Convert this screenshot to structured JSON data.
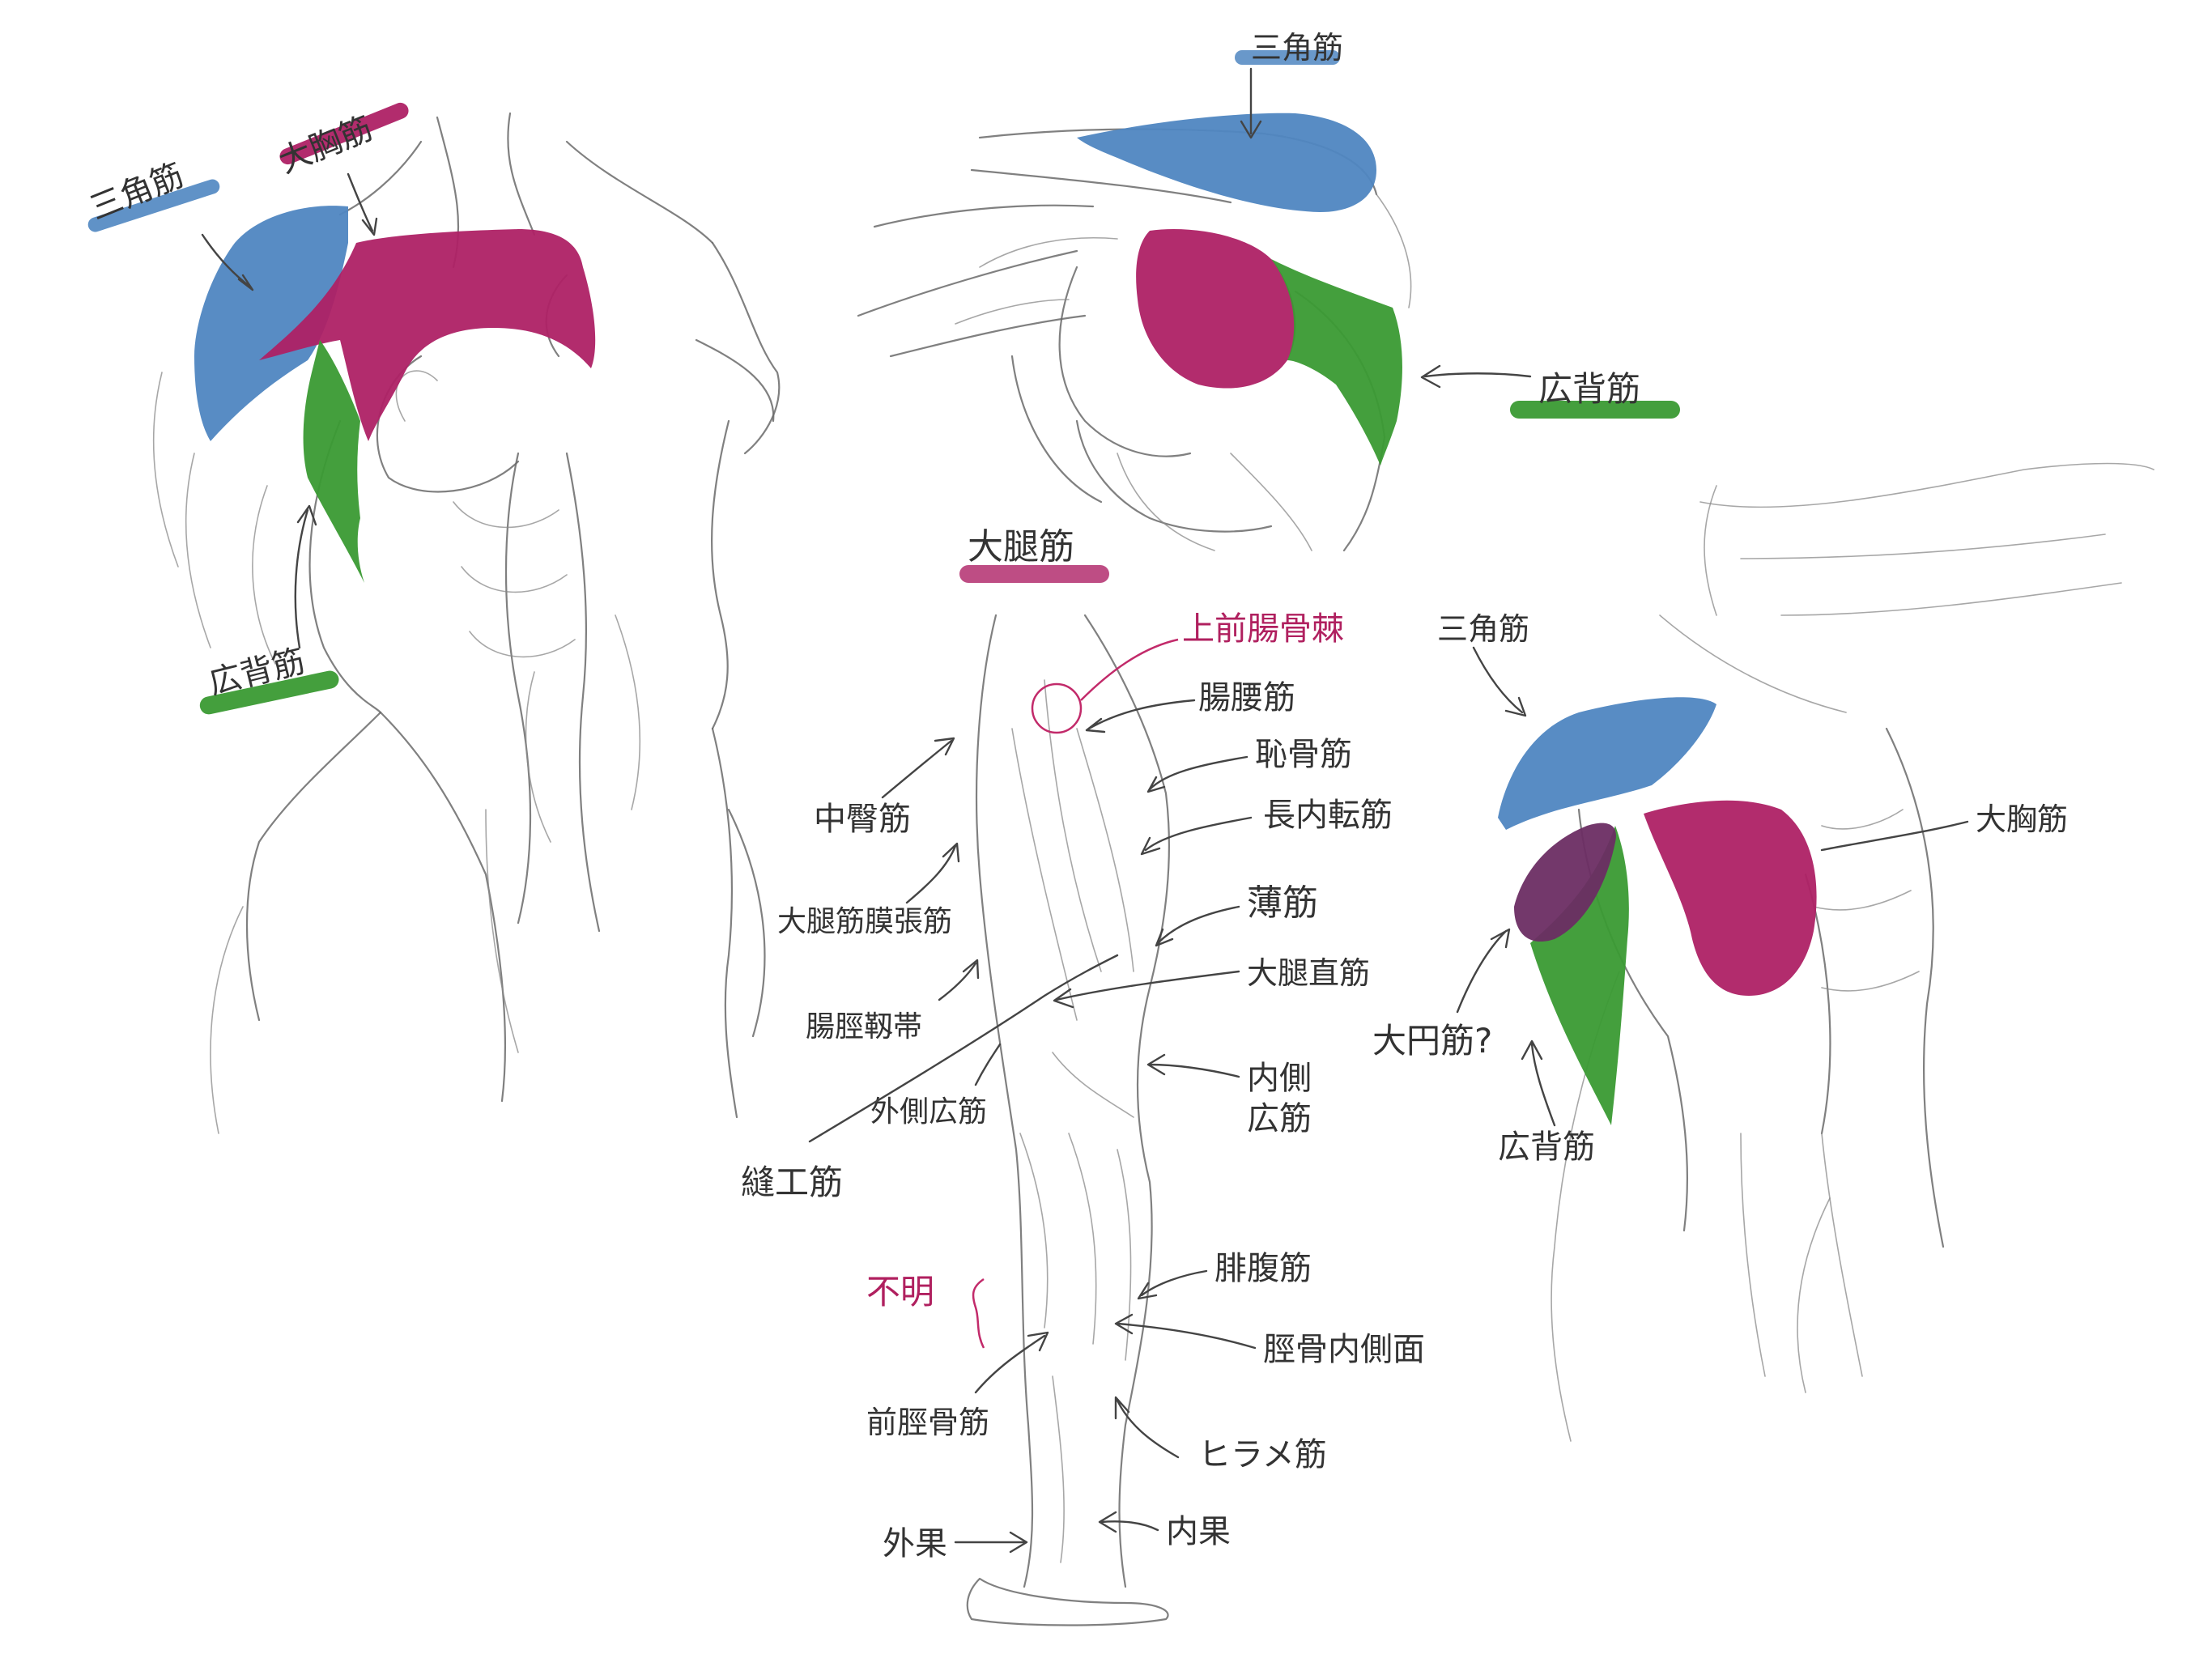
{
  "colors": {
    "deltoid_blue": "#4f86c1",
    "pectoral_magenta": "#ae2165",
    "latissimus_green": "#3a9a33",
    "teres_purple": "#6b2d63",
    "annotation_pink": "#c22a6a",
    "pencil": "#555555"
  },
  "torso_front": {
    "deltoid_label": "三角筋",
    "pectoral_label": "大胸筋",
    "latissimus_label": "広背筋"
  },
  "arm_raised": {
    "deltoid_label": "三角筋",
    "latissimus_label": "広背筋"
  },
  "leg": {
    "title": "大腿筋",
    "labels": {
      "asis": "上前腸骨棘",
      "iliopsoas": "腸腰筋",
      "pectineus": "恥骨筋",
      "adductor_longus": "長内転筋",
      "gluteus_medius": "中臀筋",
      "gracilis": "薄筋",
      "tfl": "大腿筋膜張筋",
      "rectus_femoris": "大腿直筋",
      "it_band": "腸脛靱帯",
      "vastus_medialis_1": "内側",
      "vastus_medialis_2": "広筋",
      "vastus_lateralis": "外側広筋",
      "sartorius": "縫工筋",
      "unknown": "不明",
      "gastrocnemius": "腓腹筋",
      "tibia_medial": "脛骨内側面",
      "tibialis_anterior": "前脛骨筋",
      "soleus": "ヒラメ筋",
      "medial_malleolus": "内果",
      "lateral_malleolus": "外果"
    }
  },
  "torso_side": {
    "deltoid_label": "三角筋",
    "pectoral_label": "大胸筋",
    "teres_major_label": "大円筋?",
    "latissimus_label": "広背筋"
  }
}
